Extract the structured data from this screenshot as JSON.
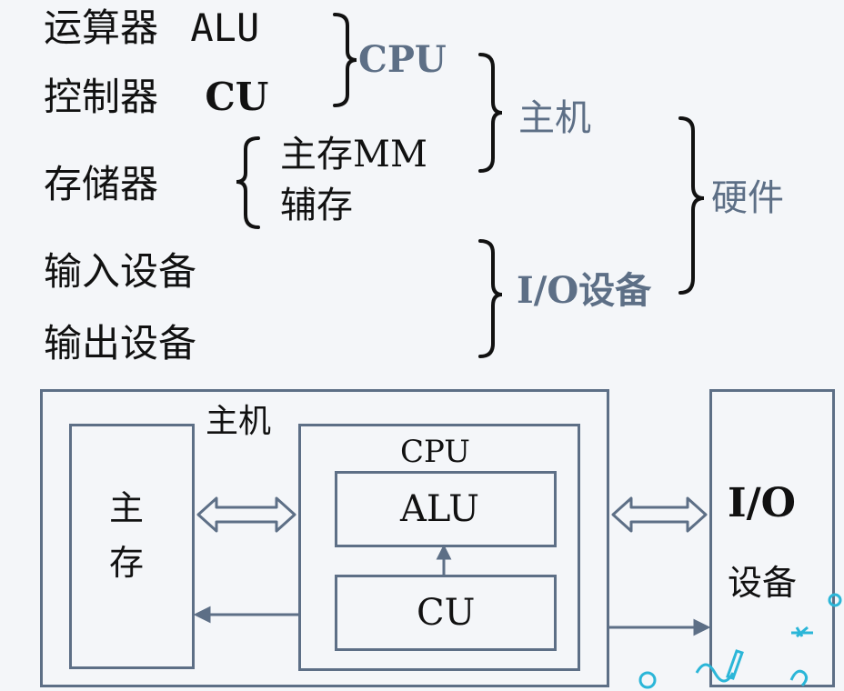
{
  "tree": {
    "row1": {
      "label": "运算器",
      "abbr": "ALU"
    },
    "row2": {
      "label": "控制器",
      "abbr": "CU"
    },
    "row3": {
      "label": "存储器"
    },
    "row3_sub": [
      "主存MM",
      "辅存"
    ],
    "row4": "输入设备",
    "row5": "输出设备",
    "cpu": "CPU",
    "host": "主机",
    "io": "I/O设备",
    "hardware": "硬件"
  },
  "diagram": {
    "host_label": "主机",
    "main_memory": [
      "主",
      "存"
    ],
    "cpu_label": "CPU",
    "alu": "ALU",
    "cu": "CU",
    "io_title": "I/O",
    "io_sub": "设备"
  },
  "colors": {
    "line": "#5d6f86",
    "text": "#111111",
    "group": "#5d6f86"
  }
}
